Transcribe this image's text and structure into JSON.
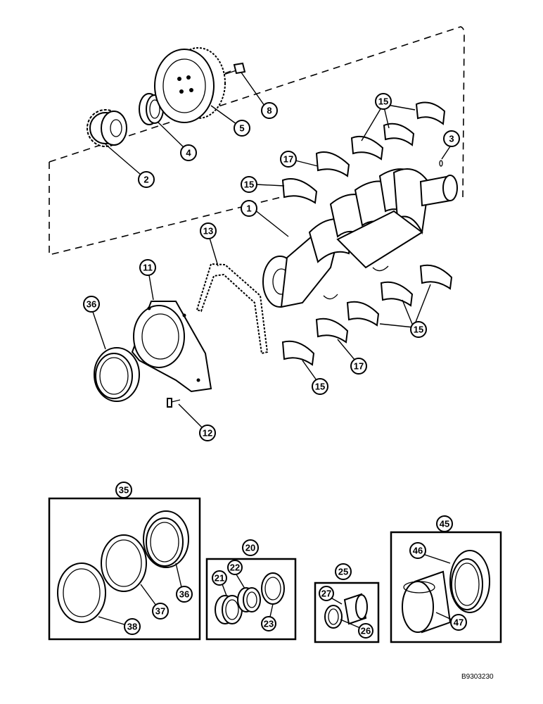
{
  "callouts": {
    "c1": "1",
    "c2": "2",
    "c3": "3",
    "c4": "4",
    "c5": "5",
    "c8": "8",
    "c11": "11",
    "c12": "12",
    "c13": "13",
    "c15a": "15",
    "c15b": "15",
    "c15c": "15",
    "c15d": "15",
    "c17a": "17",
    "c17b": "17",
    "c36a": "36",
    "c36b": "36",
    "c35": "35",
    "c37": "37",
    "c38": "38",
    "c20": "20",
    "c21": "21",
    "c22": "22",
    "c23": "23",
    "c25": "25",
    "c26": "26",
    "c27": "27",
    "c45": "45",
    "c46": "46",
    "c47": "47"
  },
  "reference_code": "B9303230"
}
